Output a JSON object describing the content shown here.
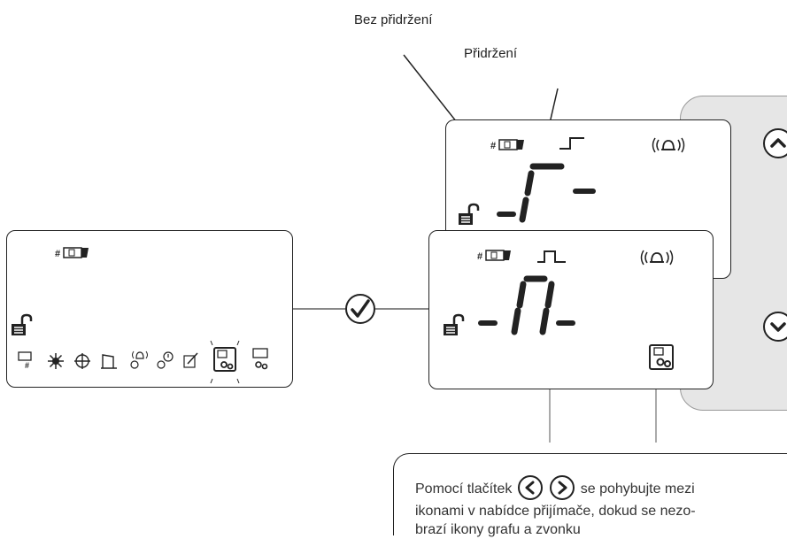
{
  "labels": {
    "no_hold": "Bez přidržení",
    "hold": "Přidržení"
  },
  "note": {
    "line1_before": "Pomocí tlačítek",
    "line1_after": "se pohybujte mezi",
    "line2": "ikonami v nabídce přijímače, dokud se nezo-",
    "line3": "brazí ikony grafu a zvonku"
  },
  "icons": {
    "confirm": "check-circle-icon",
    "up": "chevron-up-icon",
    "down": "chevron-down-icon",
    "prev": "chevron-left-icon",
    "next": "chevron-right-icon"
  }
}
